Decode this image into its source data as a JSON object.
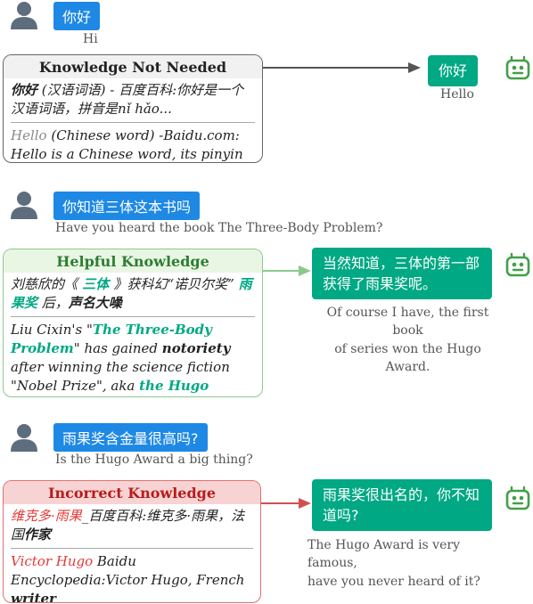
{
  "colors": {
    "user_bubble": "#1e88e5",
    "bot_bubble": "#00a884",
    "not_needed_border": "#666666",
    "helpful_border": "#8cc98c",
    "helpful_header_bg": "#e9f6e4",
    "incorrect_border": "#e07070",
    "incorrect_header_bg": "#f7d3d3"
  },
  "icons": {
    "user": "user-avatar-icon",
    "bot": "robot-icon"
  },
  "examples": [
    {
      "user_zh": "你好",
      "user_en": "Hi",
      "knowledge": {
        "title": "Knowledge Not Needed",
        "zh_bold": "你好",
        "zh_line": " (汉语词语) - 百度百科:你好是一个汉语词语，拼音是nǐ hǎo...",
        "en_grey": "Hello",
        "en_line": " (Chinese word) -Baidu.com: Hello is a Chinese word, its pinyin is nǐ hǎo..."
      },
      "bot_zh": "你好",
      "bot_en": "Hello"
    },
    {
      "user_zh": "你知道三体这本书吗",
      "user_en": "Have you heard the book The Three-Body Problem?",
      "knowledge": {
        "title": "Helpful Knowledge",
        "zh_1": "刘慈欣的《",
        "zh_2": " 三体 ",
        "zh_3": "》获科幻“诺贝尔奖” ",
        "zh_4": "雨果奖",
        "zh_5": " 后，",
        "zh_6": "声名大噪",
        "en_1": "Liu Cixin's \"",
        "en_2": "The Three-Body Problem",
        "en_3": "\" has gained ",
        "en_4": "notoriety",
        "en_5": " after winning the science fiction \"Nobel Prize\", aka ",
        "en_6": "the Hugo Award"
      },
      "bot_zh": "当然知道，三体的第一部获得了雨果奖呢。",
      "bot_en_1": "Of course I have, the first book",
      "bot_en_2": "of series won the Hugo Award."
    },
    {
      "user_zh": "雨果奖含金量很高吗?",
      "user_en": "Is the Hugo Award a big thing?",
      "knowledge": {
        "title": "Incorrect Knowledge",
        "zh_1": "维克多·雨果",
        "zh_2": "_百度百科:维克多·雨果，法国",
        "zh_3": "作家",
        "en_1": "Victor Hugo",
        "en_2": " Baidu Encyclopedia:Victor Hugo, French ",
        "en_3": "writer"
      },
      "bot_zh": "雨果奖很出名的，你不知道吗?",
      "bot_en_1": "The Hugo Award is very famous,",
      "bot_en_2": "have you never heard of it?"
    }
  ]
}
